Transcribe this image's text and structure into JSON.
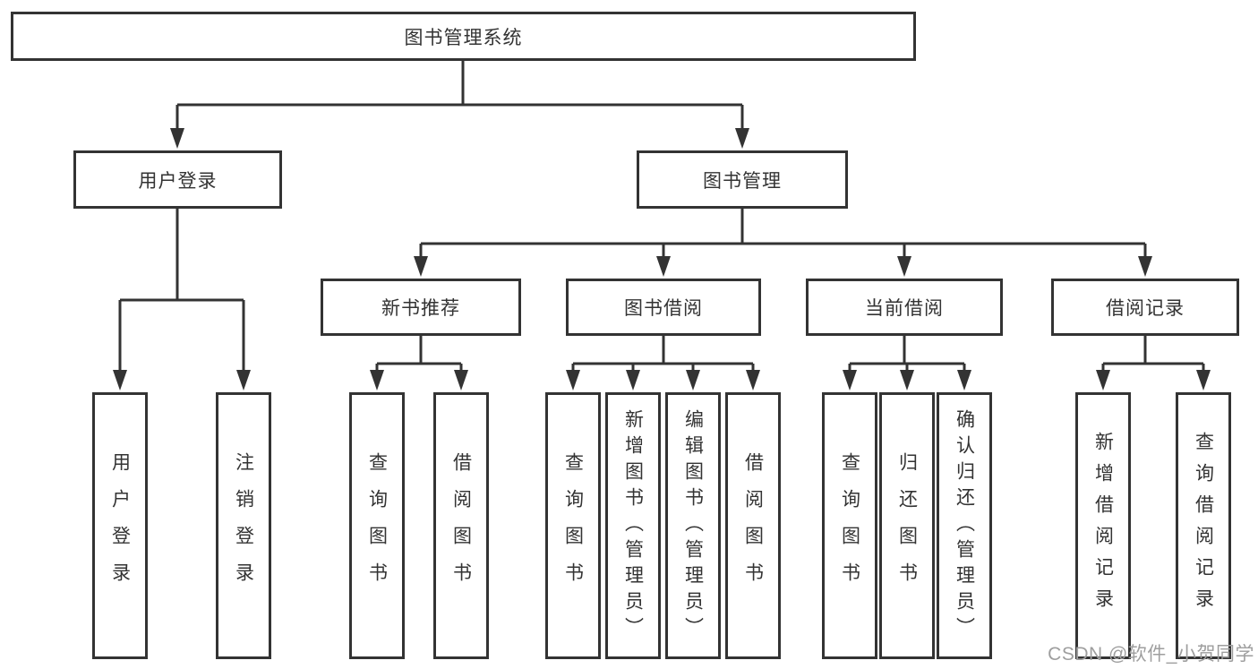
{
  "colors": {
    "line": "#333333",
    "text": "#333333",
    "box_background": "#ffffff",
    "watermark": "#9e9e9e"
  },
  "watermark": {
    "text": "CSDN @软件_小贺同学"
  },
  "tree": {
    "root": {
      "label": "图书管理系统"
    },
    "user_login": {
      "label": "用户登录",
      "children": [
        {
          "label": "用户登录"
        },
        {
          "label": "注销登录"
        }
      ]
    },
    "book_management": {
      "label": "图书管理",
      "sections": [
        {
          "label": "新书推荐",
          "children": [
            {
              "label": "查询图书"
            },
            {
              "label": "借阅图书"
            }
          ]
        },
        {
          "label": "图书借阅",
          "children": [
            {
              "label": "查询图书"
            },
            {
              "label": "新增图书（管理员）"
            },
            {
              "label": "编辑图书（管理员）"
            },
            {
              "label": "借阅图书"
            }
          ]
        },
        {
          "label": "当前借阅",
          "children": [
            {
              "label": "查询图书"
            },
            {
              "label": "归还图书"
            },
            {
              "label": "确认归还（管理员）"
            }
          ]
        },
        {
          "label": "借阅记录",
          "children": [
            {
              "label": "新增借阅记录"
            },
            {
              "label": "查询借阅记录"
            }
          ]
        }
      ]
    }
  }
}
